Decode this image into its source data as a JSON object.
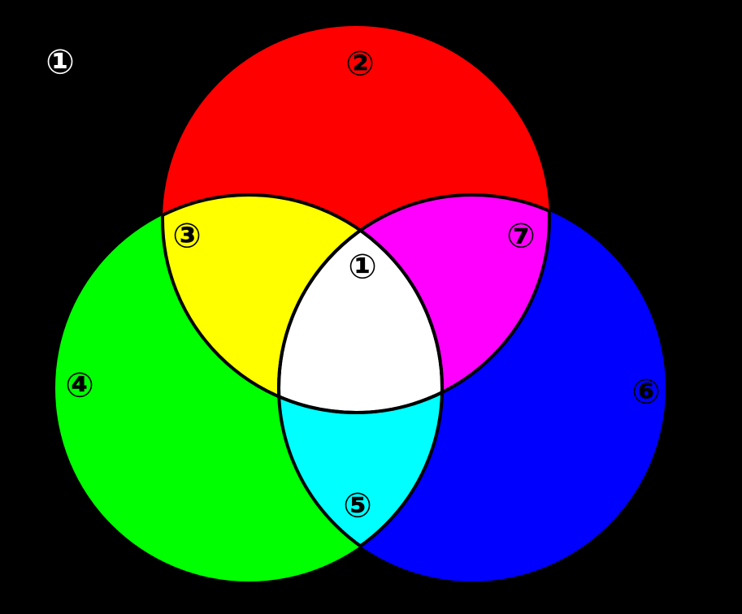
{
  "background_color": "#000000",
  "circles": [
    {
      "id": "red",
      "color": "#FF0000"
    },
    {
      "id": "green",
      "color": "#00FF00"
    },
    {
      "id": "blue",
      "color": "#0000FF"
    }
  ],
  "overlap_colors": {
    "yellow": "#FFFF00",
    "magenta": "#FF00FF",
    "cyan": "#00FFFF",
    "white": "#FFFFFF"
  },
  "labels": {
    "outside": "①",
    "red": "②",
    "red_green": "③",
    "green": "④",
    "green_blue": "⑤",
    "blue": "⑥",
    "red_blue": "⑦",
    "center": "①"
  }
}
